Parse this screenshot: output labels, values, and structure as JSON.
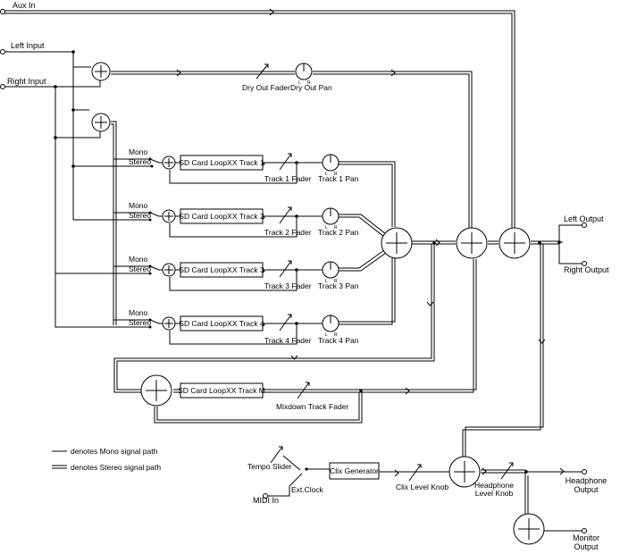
{
  "inputs": {
    "aux_in": "Aux In",
    "left_input": "Left Input",
    "right_input": "Right Input",
    "midi_in": "MIDI In"
  },
  "outputs": {
    "left_output": "Left Output",
    "right_output": "Right Output",
    "headphone_output": [
      "Headphone",
      "Output"
    ],
    "monitor_output": [
      "Monitor",
      "Output"
    ]
  },
  "dry": {
    "fader": "Dry Out Fader",
    "pan": "Dry Out Pan"
  },
  "pan_marks": {
    "l": "L",
    "r": "R"
  },
  "switch": {
    "mono": "Mono",
    "stereo": "Stereo"
  },
  "tracks": [
    {
      "box": "SD Card LoopXX Track 1",
      "fader": "Track 1 Fader",
      "pan": "Track 1 Pan"
    },
    {
      "box": "SD Card LoopXX Track 2",
      "fader": "Track 2 Fader",
      "pan": "Track 2 Pan"
    },
    {
      "box": "SD Card LoopXX Track 3",
      "fader": "Track 3 Fader",
      "pan": "Track 3 Pan"
    },
    {
      "box": "SD Card LoopXX Track 4",
      "fader": "Track 4 Fader",
      "pan": "Track 4 Pan"
    }
  ],
  "mixdown": {
    "box": "SD Card LoopXX Track M",
    "fader": "Mixdown Track Fader"
  },
  "clix": {
    "tempo_slider": "Tempo Slider",
    "ext_clock": "Ext.Clock",
    "generator": "Clix Generator",
    "level_knob": "Clix Level Knob",
    "headphone_knob": [
      "Headphone",
      "Level Knob"
    ]
  },
  "legend": {
    "mono": "denotes Mono signal path",
    "stereo": "denotes Stereo signal path"
  }
}
